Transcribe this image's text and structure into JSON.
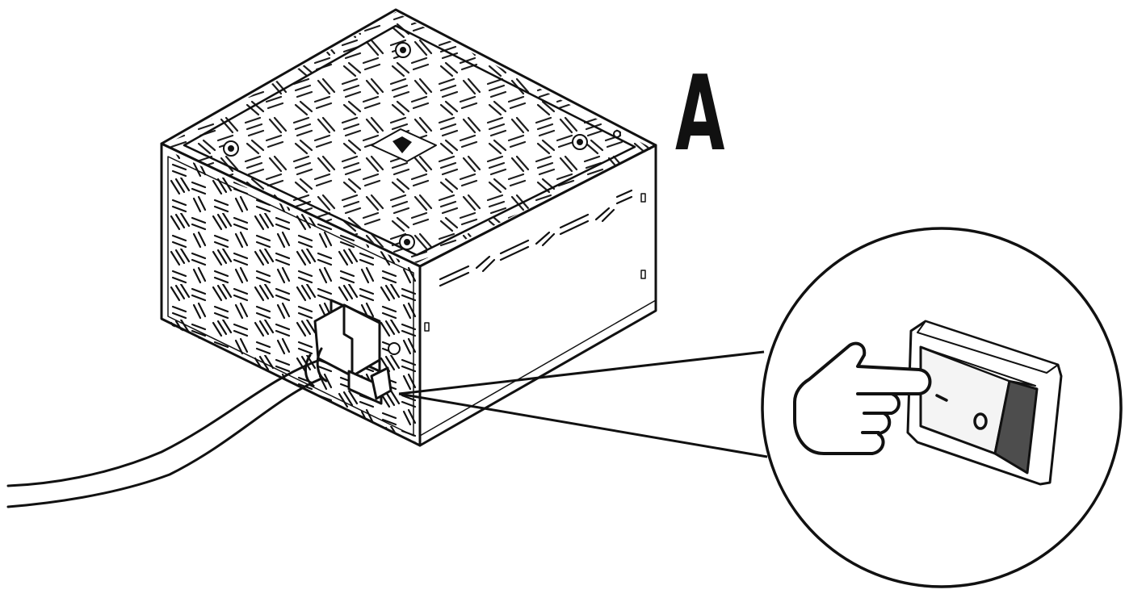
{
  "step_label": "A",
  "colors": {
    "line": "#111111",
    "background": "#ffffff",
    "switch_rocker_dark": "#4d4d4d",
    "switch_face": "#f4f4f4"
  },
  "icons": [
    "power-supply-unit",
    "power-cable",
    "ac-inlet-plug",
    "rocker-switch",
    "pointing-hand-icon",
    "magnifier-callout"
  ],
  "switch_symbols": {
    "on": "|",
    "off": "O"
  }
}
